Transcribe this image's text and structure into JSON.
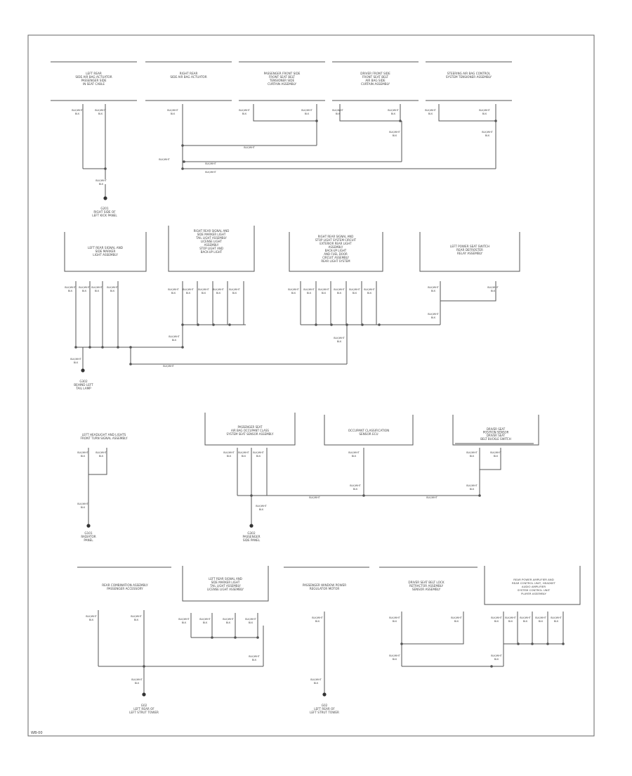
{
  "diagram": {
    "caption": "WB-00",
    "colors": {
      "line": "#555555",
      "text": "#444444",
      "border": "#666666"
    },
    "wire": "BLK/WHT",
    "wire_color": "BLK",
    "sections": {
      "row1": {
        "components": [
          [
            "LEFT REAR",
            "SIDE AIR BAG ACTUATOR",
            "PASSENGER SIDE",
            "IN SEAT CABLE"
          ],
          [
            "RIGHT REAR",
            "SIDE AIR BAG ACTUATOR"
          ],
          [
            "PASSENGER FRONT SIDE",
            "FRONT SEAT BELT",
            "TENSIONER SIDE",
            "CURTAIN ASSEMBLY"
          ],
          [
            "DRIVER FRONT SIDE",
            "FRONT SEAT BELT",
            "AIR BAG SIDE",
            "CURTAIN ASSEMBLY"
          ],
          [
            "STEERING AIR BAG CONTROL",
            "SYSTEM TENSIONER ASSEMBLY"
          ]
        ],
        "ground": [
          "G201",
          "RIGHT SIDE OF",
          "LEFT KICK PANEL"
        ]
      },
      "row2": {
        "components": [
          [
            "LEFT REAR SIGNAL AND",
            "SIDE MARKER",
            "LIGHT ASSEMBLY"
          ],
          [
            "RIGHT REAR SIGNAL AND",
            "SIDE MARKER LIGHT",
            "TAIL LIGHT ASSEMBLY",
            "LICENSE LIGHT",
            "ASSEMBLY",
            "STOP LIGHT AND",
            "BACK-UP LIGHT"
          ],
          [
            "RIGHT REAR SIGNAL AND",
            "STOP LIGHT SYSTEM CIRCUIT",
            "EXTERIOR REAR LIGHT",
            "ASSEMBLY",
            "BACK-UP LIGHT",
            "AND FUEL DOOR",
            "CIRCUIT ASSEMBLY",
            "REAR LIGHT SYSTEM"
          ],
          [
            "LEFT POWER SEAT SWITCH",
            "REAR DEFROSTER",
            "RELAY ASSEMBLY"
          ]
        ],
        "ground": [
          "G302",
          "BEHIND LEFT",
          "TAIL LAMP"
        ]
      },
      "row3": {
        "components": [
          [
            "LEFT HEADLIGHT AND LIGHTS",
            "FRONT TURN SIGNAL ASSEMBLY"
          ],
          [
            "PASSENGER SEAT",
            "AIR BAG OCCUPANT CLASS",
            "SYSTEM SEAT SENSOR ASSEMBLY"
          ],
          [
            "OCCUPANT CLASSIFICATION",
            "SENSOR ECU"
          ],
          [
            "DRIVER SEAT",
            "POSITION SENSOR",
            "DRIVER SEAT",
            "BELT BUCKLE SWITCH"
          ]
        ],
        "grounds": [
          [
            "G101",
            "RADIATOR",
            "PANEL"
          ],
          [
            "G302",
            "PASSENGER",
            "SIDE PANEL"
          ]
        ]
      },
      "row4": {
        "components": [
          [
            "REAR COMBINATION ASSEMBLY",
            "PASSENGER ACCESSORY"
          ],
          [
            "LEFT REAR SIGNAL AND",
            "SIDE MARKER LIGHT",
            "TAIL LIGHT ASSEMBLY",
            "LICENSE LIGHT ASSEMBLY"
          ],
          [
            "PASSENGER WINDOW POWER",
            "REGULATOR MOTOR"
          ],
          [
            "DRIVER SEAT BELT LOCK",
            "RETRACTOR ASSEMBLY",
            "SENSOR ASSEMBLY"
          ],
          [
            "REAR POWER AMPLIFIER AND",
            "REAR CONTROL UNIT, HEADSET",
            "AUDIO AMPLIFIER",
            "SYSTEM CONTROL UNIT",
            "PLAYER ASSEMBLY"
          ]
        ],
        "grounds": [
          [
            "G02",
            "LEFT REAR OF",
            "LEFT STRUT TOWER"
          ],
          [
            "G02",
            "LEFT REAR OF",
            "LEFT STRUT TOWER"
          ]
        ]
      }
    }
  }
}
